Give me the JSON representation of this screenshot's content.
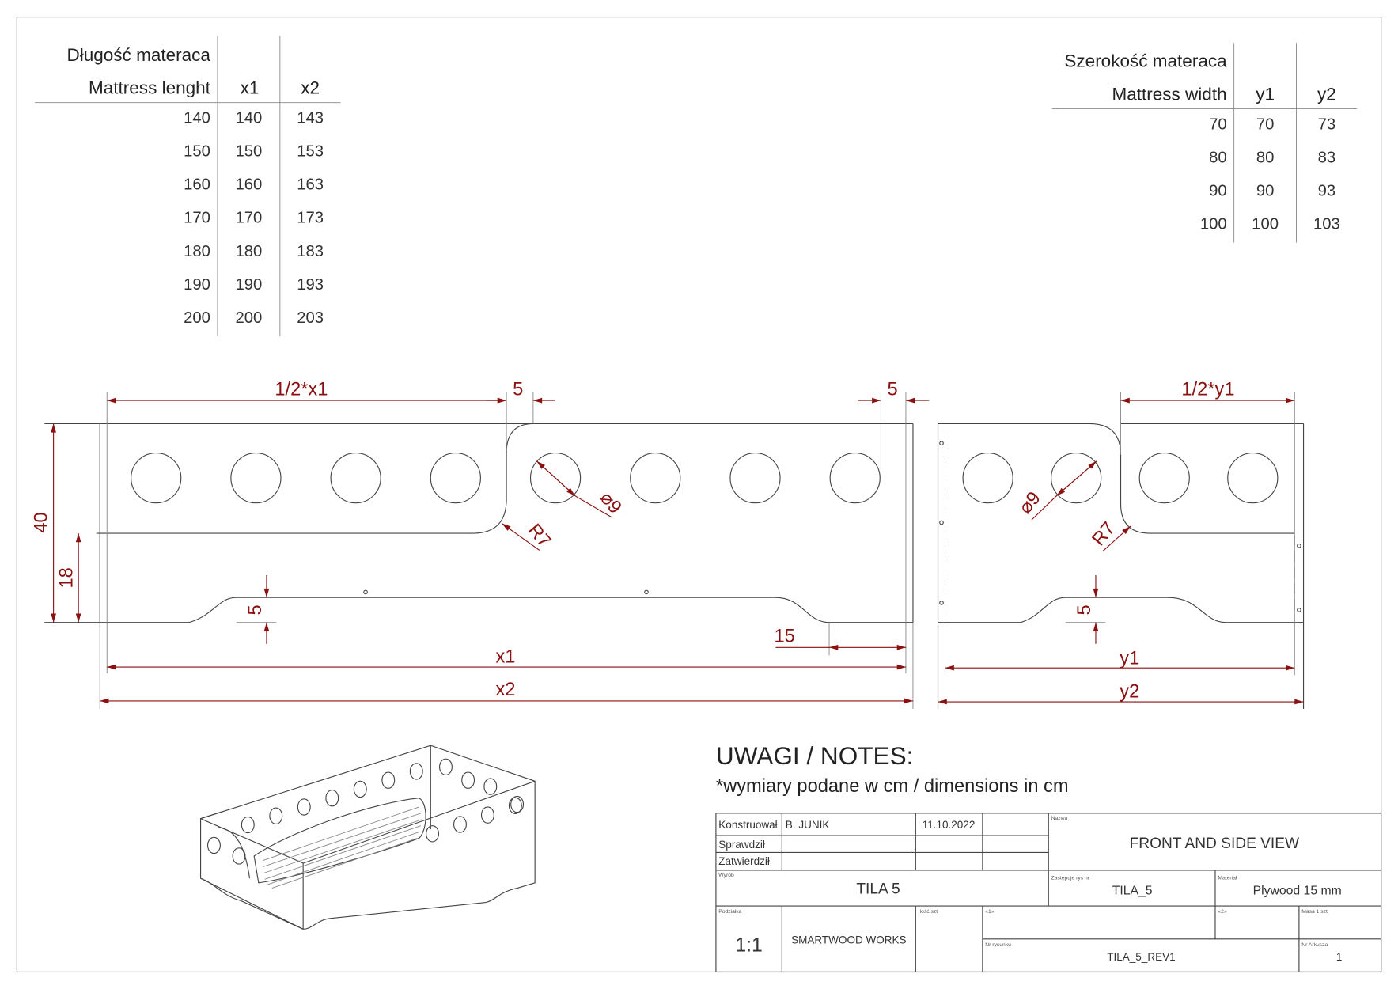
{
  "length_table": {
    "header_pl": "Długość materaca",
    "header_en": "Mattress lenght",
    "col_x1": "x1",
    "col_x2": "x2",
    "rows": [
      [
        "140",
        "140",
        "143"
      ],
      [
        "150",
        "150",
        "153"
      ],
      [
        "160",
        "160",
        "163"
      ],
      [
        "170",
        "170",
        "173"
      ],
      [
        "180",
        "180",
        "183"
      ],
      [
        "190",
        "190",
        "193"
      ],
      [
        "200",
        "200",
        "203"
      ]
    ]
  },
  "width_table": {
    "header_pl": "Szerokość materaca",
    "header_en": "Mattress width",
    "col_y1": "y1",
    "col_y2": "y2",
    "rows": [
      [
        "70",
        "70",
        "73"
      ],
      [
        "80",
        "80",
        "83"
      ],
      [
        "90",
        "90",
        "93"
      ],
      [
        "100",
        "100",
        "103"
      ]
    ]
  },
  "front_view": {
    "half_x1": "1/2*x1",
    "offset_left": "5",
    "offset_right": "5",
    "height": "40",
    "lower_height": "18",
    "cutout_depth": "5",
    "foot_width": "15",
    "x1": "x1",
    "x2": "x2",
    "hole_diameter": "⌀9",
    "radius": "R7"
  },
  "side_view": {
    "half_y1": "1/2*y1",
    "cutout_depth": "5",
    "y1": "y1",
    "y2": "y2",
    "hole_diameter": "⌀9",
    "radius": "R7"
  },
  "notes": {
    "title": "UWAGI / NOTES:",
    "text": "*wymiary podane w cm / dimensions in cm"
  },
  "title_block": {
    "konstruowal_label": "Konstruował",
    "konstruowal_name": "B. JUNIK",
    "date": "11.10.2022",
    "sprawdzil_label": "Sprawdził",
    "zatwierdzil_label": "Zatwierdził",
    "nazwa_label": "Nazwa",
    "nazwa": "FRONT AND SIDE VIEW",
    "wyrob_label": "Wyrób",
    "wyrob": "TILA 5",
    "zastepuje_label": "Zastępuje rys nr",
    "zastepuje": "TILA_5",
    "material_label": "Materiał",
    "material": "Plywood 15 mm",
    "podzialka_label": "Podziałka",
    "podzialka": "1:1",
    "company": "SMARTWOOD WORKS",
    "ilosc_label": "Ilość szt",
    "field1_label": "«1»",
    "field2_label": "«2»",
    "masa_label": "Masa 1 szt",
    "nr_rysunku_label": "Nr rysunku",
    "nr_rysunku": "TILA_5_REV1",
    "nr_arkusza_label": "Nr Arkusza",
    "nr_arkusza": "1"
  },
  "colors": {
    "dimension": "#8b1010",
    "line": "#444444"
  }
}
